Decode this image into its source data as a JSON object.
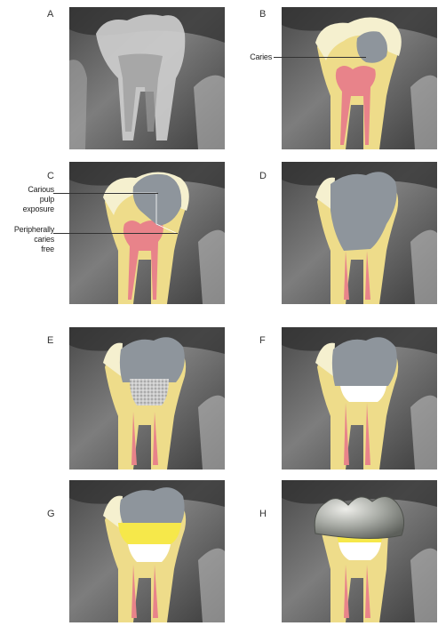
{
  "panels": {
    "a": {
      "letter": "A"
    },
    "b": {
      "letter": "B"
    },
    "c": {
      "letter": "C"
    },
    "d": {
      "letter": "D"
    },
    "e": {
      "letter": "E"
    },
    "f": {
      "letter": "F"
    },
    "g": {
      "letter": "G"
    },
    "h": {
      "letter": "H"
    }
  },
  "annotations": {
    "caries": "Caries",
    "carious_pulp_exposure_1": "Carious",
    "carious_pulp_exposure_2": "pulp",
    "carious_pulp_exposure_3": "exposure",
    "peripherally_caries_free_1": "Peripherally",
    "peripherally_caries_free_2": "caries",
    "peripherally_caries_free_3": "free"
  },
  "colors": {
    "xray_dark": "#3a3a3a",
    "xray_mid": "#8a8a8a",
    "xray_light": "#d9d9d9",
    "enamel": "#f5f0cf",
    "dentin": "#eedc8a",
    "pulp": "#e8838a",
    "caries": "#8e959c",
    "base_material": "#ffffff",
    "liner": "#f6e84a",
    "crown": "#a9aca6"
  }
}
